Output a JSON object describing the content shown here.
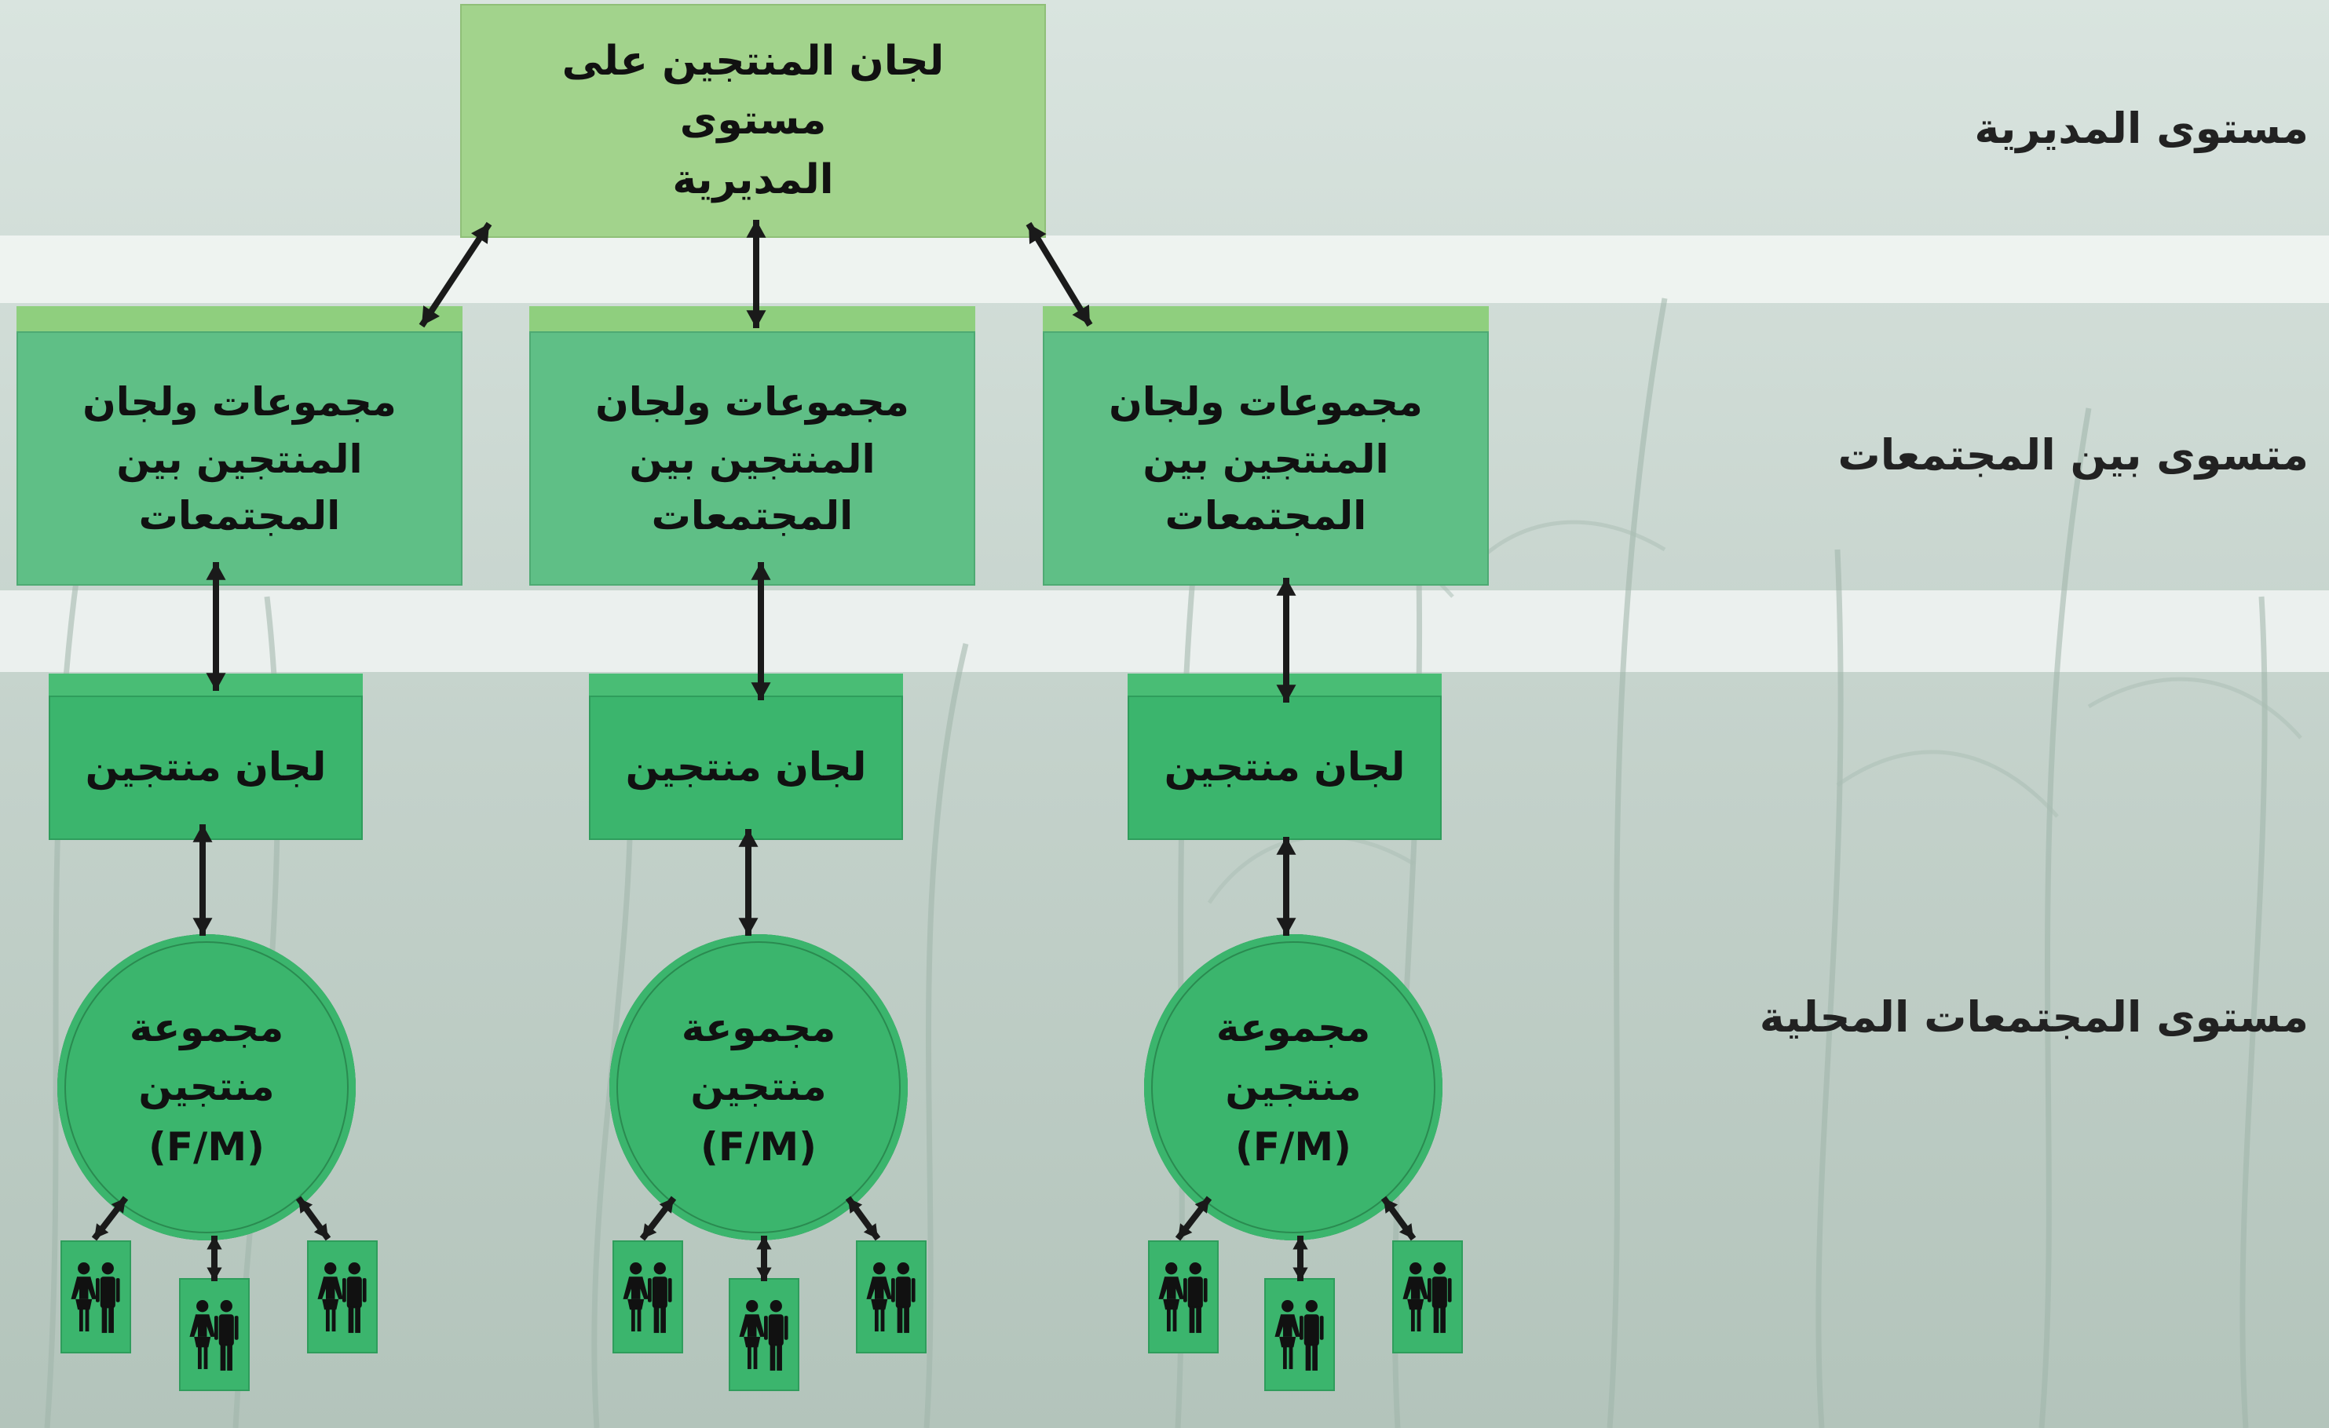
{
  "levels": {
    "directorate": "مستوى المديرية",
    "inter_community": "متسوى بين المجتمعات",
    "local": "مستوى المجتمعات المحلية"
  },
  "top_box": {
    "line1": "لجان المنتجين على مستوى",
    "line2": "المديرية"
  },
  "mid_boxes": [
    {
      "line1": "مجموعات ولجان",
      "line2": "المنتجين بين المجتمعات"
    },
    {
      "line1": "مجموعات ولجان",
      "line2": "المنتجين بين المجتمعات"
    },
    {
      "line1": "مجموعات ولجان",
      "line2": "المنتجين بين المجتمعات"
    }
  ],
  "low_boxes": [
    {
      "label": "لجان منتجين"
    },
    {
      "label": "لجان منتجين"
    },
    {
      "label": "لجان منتجين"
    }
  ],
  "circles": [
    {
      "line1": "مجموعة",
      "line2": "منتجين",
      "line3": "(F/M)"
    },
    {
      "line1": "مجموعة",
      "line2": "منتجين",
      "line3": "(F/M)"
    },
    {
      "line1": "مجموعة",
      "line2": "منتجين",
      "line3": "(F/M)"
    }
  ],
  "icons": {
    "people_tile": "man-woman-icon",
    "connector": "double-arrow-icon",
    "background": "corn-field-illustration"
  },
  "colors": {
    "top_box": "#a2d38c",
    "mid_box": "#5fbf86",
    "low_box": "#3bb56d",
    "band": "#f1f5f3",
    "background": "#c6d3cc",
    "arrow": "#1a1a1a"
  }
}
